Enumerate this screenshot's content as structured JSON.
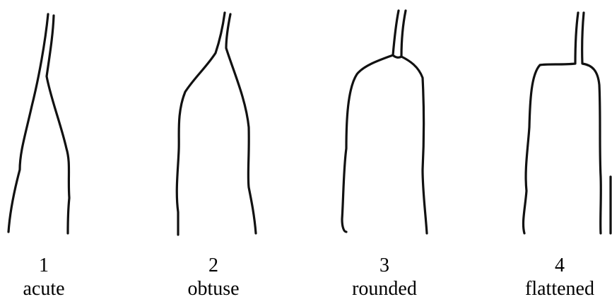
{
  "shapes": [
    {
      "number": "1",
      "name": "acute"
    },
    {
      "number": "2",
      "name": "obtuse"
    },
    {
      "number": "3",
      "name": "rounded"
    },
    {
      "number": "4",
      "name": "flattened"
    }
  ]
}
